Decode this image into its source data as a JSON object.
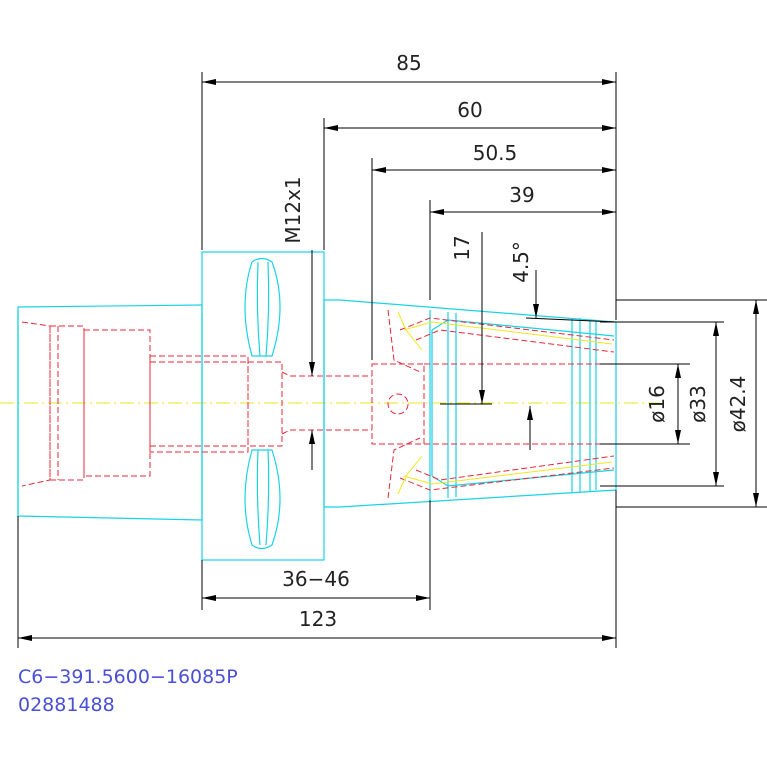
{
  "dimensions": {
    "d85": "85",
    "d60": "60",
    "d50_5": "50.5",
    "d39": "39",
    "d17": "17",
    "angle": "4.5°",
    "thread": "M12x1",
    "d36_46": "36−46",
    "d123": "123",
    "dia16": "ø16",
    "dia33": "ø33",
    "dia42_4": "ø42.4"
  },
  "title_block": {
    "part_number": "C6−391.5600−16085P",
    "item_code": "02881488"
  },
  "colors": {
    "outline": "#19d3e6",
    "hidden": "#e8283a",
    "centerline": "#f2e61c",
    "dimension": "#000000",
    "label": "#4a50d6"
  }
}
